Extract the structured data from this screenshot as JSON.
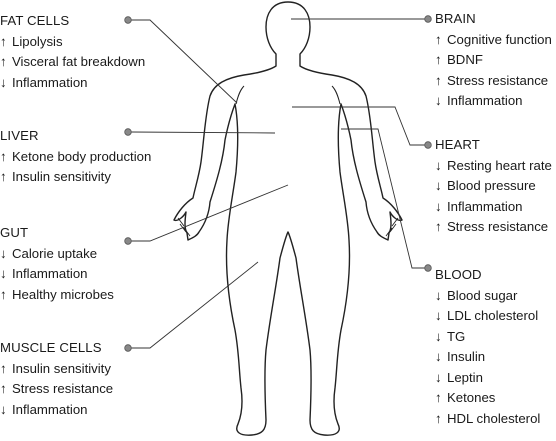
{
  "panels": {
    "fat": {
      "title": "FAT CELLS",
      "items": [
        {
          "dir": "up",
          "text": "Lipolysis"
        },
        {
          "dir": "up",
          "text": "Visceral fat breakdown"
        },
        {
          "dir": "down",
          "text": "Inflammation"
        }
      ]
    },
    "liver": {
      "title": "LIVER",
      "items": [
        {
          "dir": "up",
          "text": "Ketone body production"
        },
        {
          "dir": "up",
          "text": "Insulin sensitivity"
        }
      ]
    },
    "gut": {
      "title": "GUT",
      "items": [
        {
          "dir": "down",
          "text": "Calorie uptake"
        },
        {
          "dir": "down",
          "text": "Inflammation"
        },
        {
          "dir": "up",
          "text": "Healthy microbes"
        }
      ]
    },
    "muscle": {
      "title": "MUSCLE CELLS",
      "items": [
        {
          "dir": "up",
          "text": "Insulin sensitivity"
        },
        {
          "dir": "up",
          "text": "Stress resistance"
        },
        {
          "dir": "down",
          "text": "Inflammation"
        }
      ]
    },
    "brain": {
      "title": "BRAIN",
      "items": [
        {
          "dir": "up",
          "text": "Cognitive function"
        },
        {
          "dir": "up",
          "text": "BDNF"
        },
        {
          "dir": "up",
          "text": "Stress resistance"
        },
        {
          "dir": "down",
          "text": "Inflammation"
        }
      ]
    },
    "heart": {
      "title": "HEART",
      "items": [
        {
          "dir": "down",
          "text": "Resting heart rate"
        },
        {
          "dir": "down",
          "text": "Blood pressure"
        },
        {
          "dir": "down",
          "text": "Inflammation"
        },
        {
          "dir": "up",
          "text": "Stress resistance"
        }
      ]
    },
    "blood": {
      "title": "BLOOD",
      "items": [
        {
          "dir": "down",
          "text": "Blood sugar"
        },
        {
          "dir": "down",
          "text": "LDL cholesterol"
        },
        {
          "dir": "down",
          "text": "TG"
        },
        {
          "dir": "down",
          "text": "Insulin"
        },
        {
          "dir": "down",
          "text": "Leptin"
        },
        {
          "dir": "up",
          "text": "Ketones"
        },
        {
          "dir": "up",
          "text": "HDL cholesterol"
        }
      ]
    }
  },
  "arrows": {
    "up": "↑",
    "down": "↓"
  },
  "colors": {
    "text": "#1a1a1a",
    "outline": "#222222",
    "leader": "#333333",
    "dot": "#777777"
  }
}
